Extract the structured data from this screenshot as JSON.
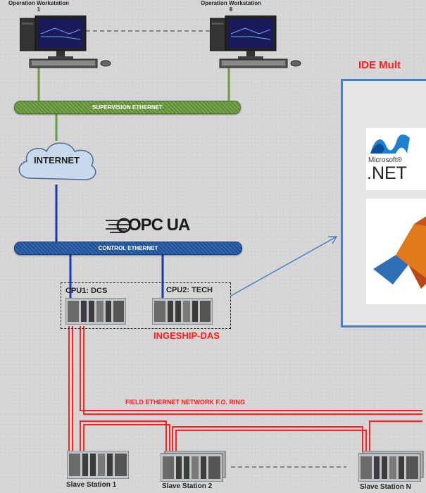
{
  "workstations": [
    {
      "label": "Operation Workstation 1"
    },
    {
      "label": "Operation Workstation 8"
    }
  ],
  "supervision_bus": {
    "label": "SUPERVISION ETHERNET"
  },
  "internet": {
    "label": "INTERNET"
  },
  "opc_logo": {
    "text": "OPC UA"
  },
  "control_bus": {
    "label": "CONTROL ETHERNET"
  },
  "cpus": [
    {
      "label": "CPU1: DCS"
    },
    {
      "label": "CPU2: TECH"
    }
  ],
  "das_label": "INGESHIP-DAS",
  "ide_title": "IDE Mult",
  "net_logo": {
    "brand": "Microsoft®",
    "name": ".NET"
  },
  "field_network": {
    "label": "FIELD ETHERNET NETWORK F.O. RING"
  },
  "slave_stations": [
    {
      "label": "Slave Station 1"
    },
    {
      "label": "Slave Station 2"
    },
    {
      "label": "Slave Station N"
    }
  ],
  "colors": {
    "supervision": "#6f9a45",
    "control": "#2a5ca3",
    "field": "#ff2020",
    "ide_border": "#4a7fc6"
  }
}
